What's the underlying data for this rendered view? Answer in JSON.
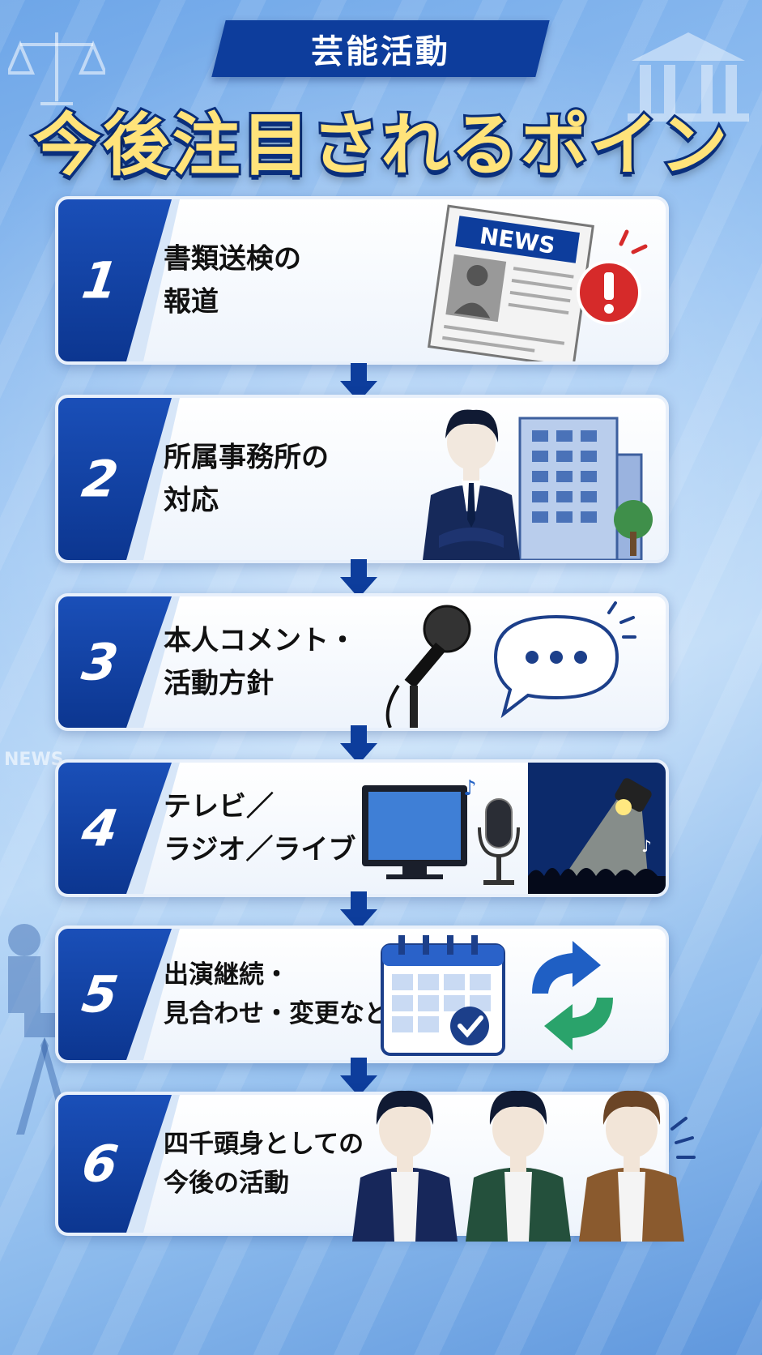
{
  "header": {
    "subtitle": "芸能活動",
    "title": "今後注目されるポイント"
  },
  "steps": [
    {
      "number": "1",
      "line1": "書類送検の",
      "line2": "報道",
      "icon": "newspaper-icon",
      "badge": "NEWS"
    },
    {
      "number": "2",
      "line1": "所属事務所の",
      "line2": "対応",
      "icon": "office-building-icon"
    },
    {
      "number": "3",
      "line1": "本人コメント・",
      "line2": "活動方針",
      "icon": "microphone-icon"
    },
    {
      "number": "4",
      "line1": "テレビ／",
      "line2": "ラジオ／ライブ",
      "icon": "tv-icon"
    },
    {
      "number": "5",
      "line1": "出演継続・",
      "line2": "見合わせ・変更など",
      "icon": "calendar-icon"
    },
    {
      "number": "6",
      "line1": "四千頭身としての",
      "line2": "今後の活動",
      "icon": "group-icon"
    }
  ],
  "background": {
    "news_label": "NEWS"
  },
  "colors": {
    "navy": "#0d3d9c",
    "title_yellow": "#ffe37a",
    "card_bg": "#ffffff",
    "alert_red": "#d62a2a",
    "refresh_blue": "#1f5fc4",
    "refresh_green": "#2aa36b"
  }
}
